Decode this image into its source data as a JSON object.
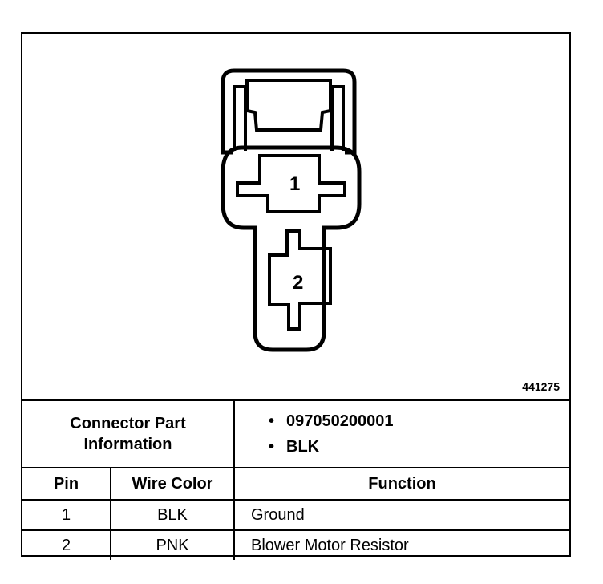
{
  "figure_id": "441275",
  "pin_labels": [
    "1",
    "2"
  ],
  "connector_part": {
    "label_line1": "Connector Part",
    "label_line2": "Information",
    "values": [
      "097050200001",
      "BLK"
    ]
  },
  "table": {
    "headers": [
      "Pin",
      "Wire Color",
      "Function"
    ],
    "rows": [
      {
        "pin": "1",
        "wire_color": "BLK",
        "function": "Ground"
      },
      {
        "pin": "2",
        "wire_color": "PNK",
        "function": "Blower Motor Resistor"
      }
    ]
  }
}
